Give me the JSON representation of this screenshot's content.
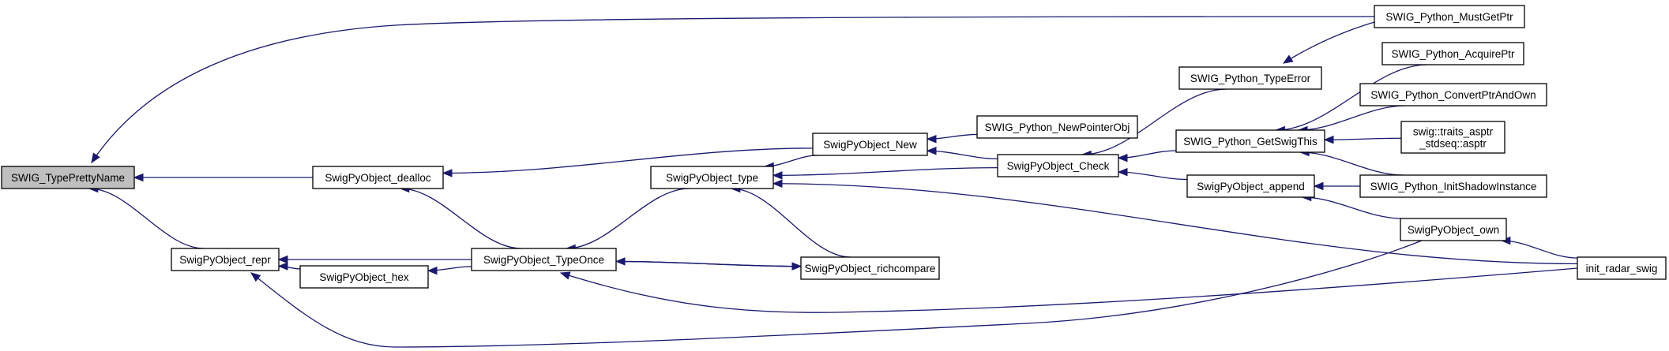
{
  "diagram": {
    "nodes": [
      {
        "id": "swig_typeprettyname",
        "lines": [
          "SWIG_TypePrettyName"
        ],
        "root": true
      },
      {
        "id": "swig_python_mustgetptr",
        "lines": [
          "SWIG_Python_MustGetPtr"
        ]
      },
      {
        "id": "swigpyobject_dealloc",
        "lines": [
          "SwigPyObject_dealloc"
        ]
      },
      {
        "id": "swigpyobject_repr",
        "lines": [
          "SwigPyObject_repr"
        ]
      },
      {
        "id": "swigpyobject_hex",
        "lines": [
          "SwigPyObject_hex"
        ]
      },
      {
        "id": "swigpyobject_typeonce",
        "lines": [
          "SwigPyObject_TypeOnce"
        ]
      },
      {
        "id": "swigpyobject_type",
        "lines": [
          "SwigPyObject_type"
        ]
      },
      {
        "id": "swigpyobject_new",
        "lines": [
          "SwigPyObject_New"
        ]
      },
      {
        "id": "swigpyobject_richcompare",
        "lines": [
          "SwigPyObject_richcompare"
        ]
      },
      {
        "id": "swig_python_newpointerobj",
        "lines": [
          "SWIG_Python_NewPointerObj"
        ]
      },
      {
        "id": "swigpyobject_check",
        "lines": [
          "SwigPyObject_Check"
        ]
      },
      {
        "id": "swig_python_typeerror",
        "lines": [
          "SWIG_Python_TypeError"
        ]
      },
      {
        "id": "swig_python_getswigthis",
        "lines": [
          "SWIG_Python_GetSwigThis"
        ]
      },
      {
        "id": "swigpyobject_append",
        "lines": [
          "SwigPyObject_append"
        ]
      },
      {
        "id": "swigpyobject_own",
        "lines": [
          "SwigPyObject_own"
        ]
      },
      {
        "id": "swig_python_acquireptr",
        "lines": [
          "SWIG_Python_AcquirePtr"
        ]
      },
      {
        "id": "swig_python_convertptrandown",
        "lines": [
          "SWIG_Python_ConvertPtrAndOwn"
        ]
      },
      {
        "id": "swig_traits_asptr",
        "lines": [
          "swig::traits_asptr",
          "_stdseq::asptr"
        ]
      },
      {
        "id": "swig_python_initshadowinstance",
        "lines": [
          "SWIG_Python_InitShadowInstance"
        ]
      },
      {
        "id": "init_radar_swig",
        "lines": [
          "init_radar_swig"
        ]
      }
    ],
    "edges": [
      {
        "from": "swig_typeprettyname",
        "to": "swig_python_mustgetptr"
      },
      {
        "from": "swig_typeprettyname",
        "to": "swigpyobject_dealloc"
      },
      {
        "from": "swig_typeprettyname",
        "to": "swigpyobject_repr"
      },
      {
        "from": "swigpyobject_dealloc",
        "to": "swigpyobject_new"
      },
      {
        "from": "swigpyobject_dealloc",
        "to": "swigpyobject_typeonce"
      },
      {
        "from": "swigpyobject_repr",
        "to": "swigpyobject_typeonce"
      },
      {
        "from": "swigpyobject_repr",
        "to": "swigpyobject_hex"
      },
      {
        "from": "swigpyobject_repr",
        "to": "swigpyobject_own"
      },
      {
        "from": "swigpyobject_hex",
        "to": "swigpyobject_typeonce"
      },
      {
        "from": "swigpyobject_typeonce",
        "to": "swigpyobject_type"
      },
      {
        "from": "swigpyobject_typeonce",
        "to": "swigpyobject_richcompare"
      },
      {
        "from": "swigpyobject_typeonce",
        "to": "init_radar_swig"
      },
      {
        "from": "swigpyobject_type",
        "to": "swigpyobject_new"
      },
      {
        "from": "swigpyobject_type",
        "to": "swigpyobject_check"
      },
      {
        "from": "swigpyobject_type",
        "to": "swigpyobject_richcompare"
      },
      {
        "from": "swigpyobject_type",
        "to": "init_radar_swig"
      },
      {
        "from": "swigpyobject_richcompare",
        "to": "swigpyobject_typeonce"
      },
      {
        "from": "swigpyobject_new",
        "to": "swig_python_newpointerobj"
      },
      {
        "from": "swigpyobject_new",
        "to": "swigpyobject_check"
      },
      {
        "from": "swigpyobject_check",
        "to": "swig_python_typeerror"
      },
      {
        "from": "swigpyobject_check",
        "to": "swig_python_getswigthis"
      },
      {
        "from": "swigpyobject_check",
        "to": "swigpyobject_append"
      },
      {
        "from": "swig_python_typeerror",
        "to": "swig_python_mustgetptr"
      },
      {
        "from": "swig_python_getswigthis",
        "to": "swig_python_acquireptr"
      },
      {
        "from": "swig_python_getswigthis",
        "to": "swig_python_convertptrandown"
      },
      {
        "from": "swig_python_getswigthis",
        "to": "swig_traits_asptr"
      },
      {
        "from": "swig_python_getswigthis",
        "to": "swig_python_initshadowinstance"
      },
      {
        "from": "swigpyobject_append",
        "to": "swig_python_initshadowinstance"
      },
      {
        "from": "swigpyobject_append",
        "to": "swigpyobject_own"
      },
      {
        "from": "swigpyobject_own",
        "to": "init_radar_swig"
      }
    ]
  }
}
